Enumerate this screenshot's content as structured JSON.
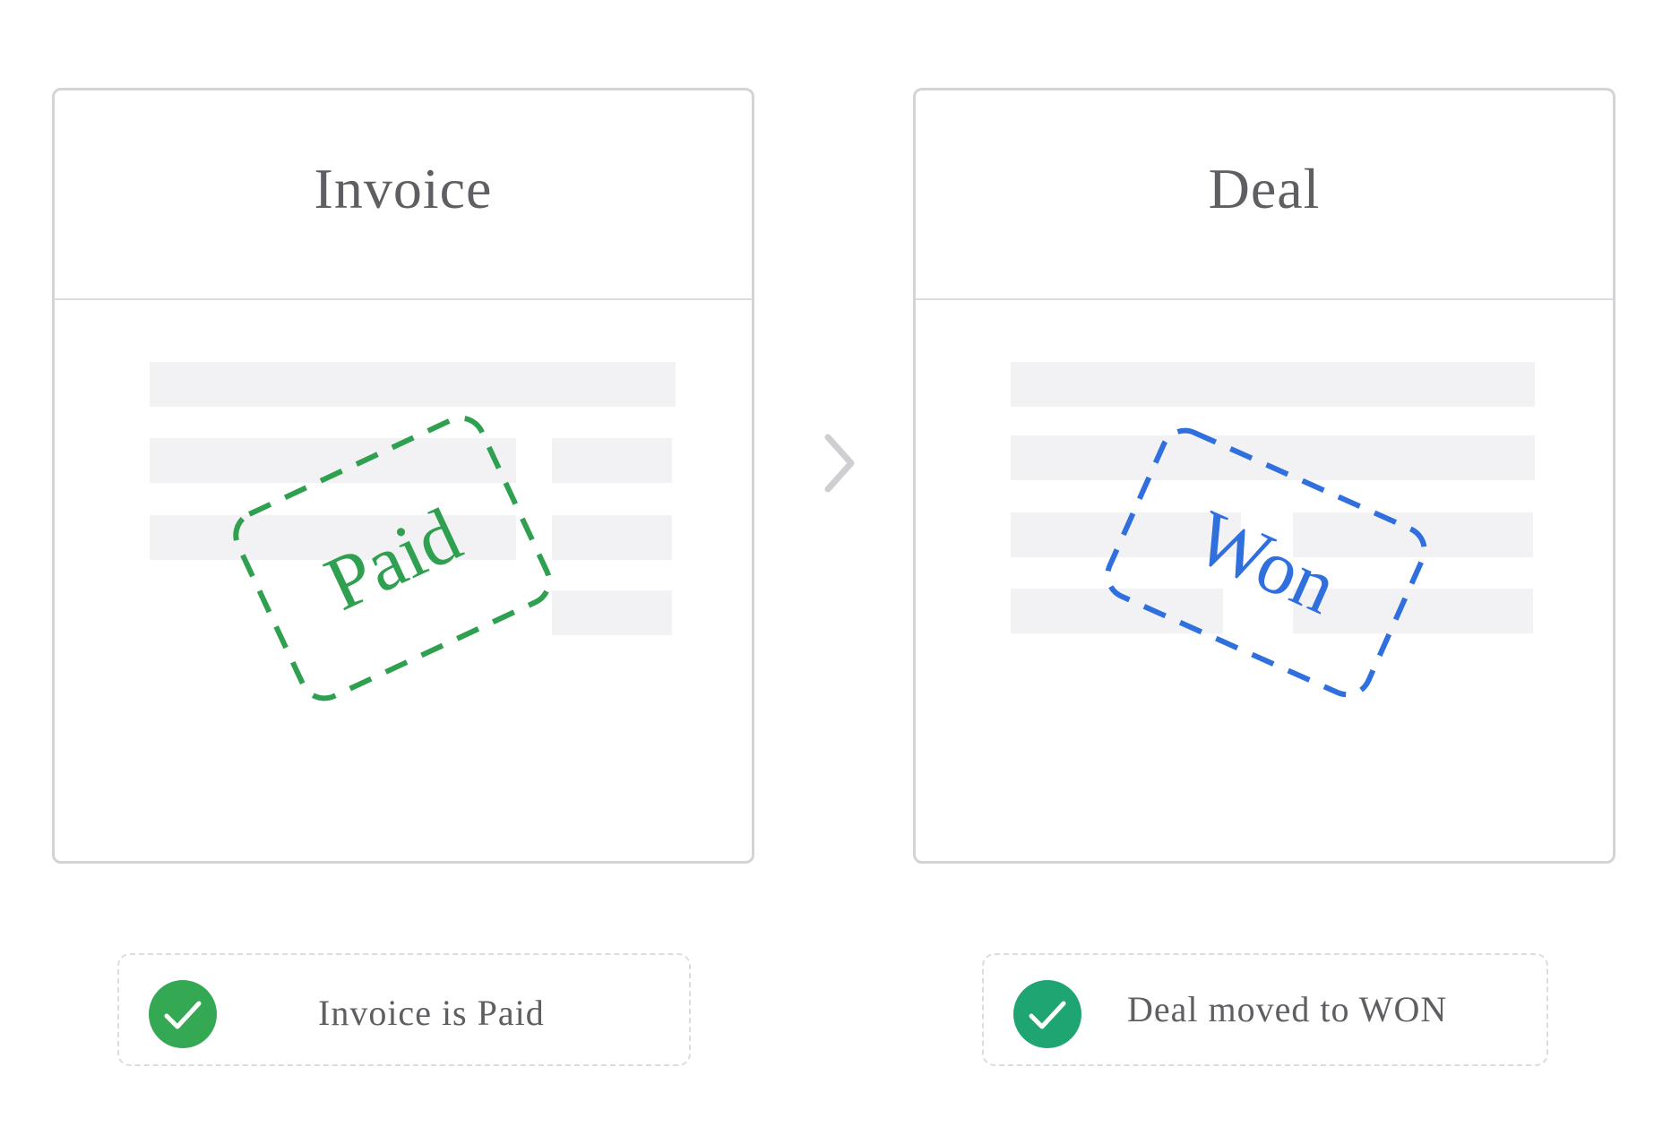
{
  "invoice_card": {
    "title": "Invoice",
    "stamp_label": "Paid",
    "stamp_color": "#2ea04f"
  },
  "deal_card": {
    "title": "Deal",
    "stamp_label": "Won",
    "stamp_color": "#2f6fde"
  },
  "connector": {
    "icon": "chevron-right-icon",
    "color": "#cfcfd3"
  },
  "status_items": {
    "invoice": {
      "label": "Invoice is Paid",
      "icon": "check-circle-icon",
      "icon_color": "#34a853"
    },
    "deal": {
      "label": "Deal moved to WON",
      "icon": "check-circle-icon",
      "icon_color": "#1ea571"
    }
  }
}
